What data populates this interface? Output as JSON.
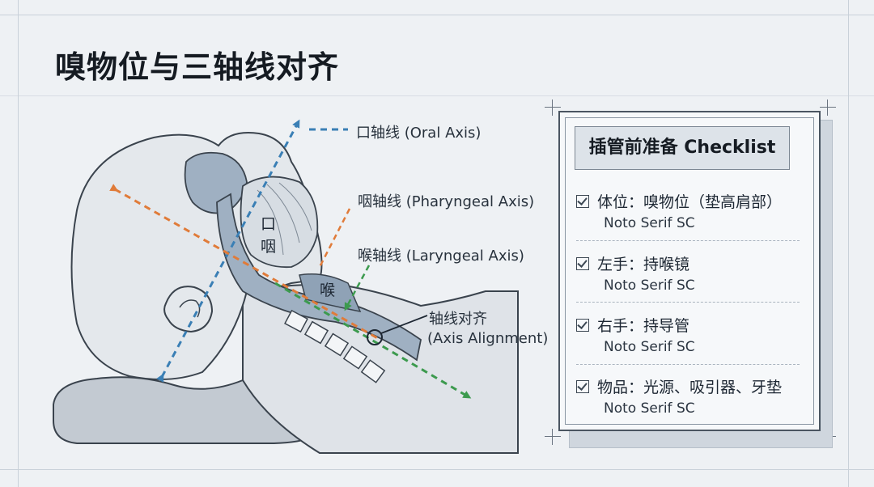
{
  "title": "嗅物位与三轴线对齐",
  "axes": {
    "oral": "口轴线 (Oral Axis)",
    "pharyngeal": "咽轴线 (Pharyngeal Axis)",
    "laryngeal": "喉轴线 (Laryngeal Axis)",
    "alignment_zh": "轴线对齐",
    "alignment_en": "(Axis Alignment)"
  },
  "regions": {
    "oropharynx_1": "口",
    "oropharynx_2": "咽",
    "larynx": "喉"
  },
  "checklist": {
    "title": "插管前准备 Checklist",
    "items": [
      {
        "label": "体位：嗅物位（垫高肩部）",
        "sub": "Noto Serif SC"
      },
      {
        "label": "左手：持喉镜",
        "sub": "Noto Serif SC"
      },
      {
        "label": "右手：持导管",
        "sub": "Noto Serif SC"
      },
      {
        "label": "物品：光源、吸引器、牙垫",
        "sub": "Noto Serif SC"
      }
    ]
  },
  "colors": {
    "oral_axis": "#3a7fb5",
    "pharyngeal_axis": "#e07b39",
    "laryngeal_axis": "#3c9a4e"
  }
}
